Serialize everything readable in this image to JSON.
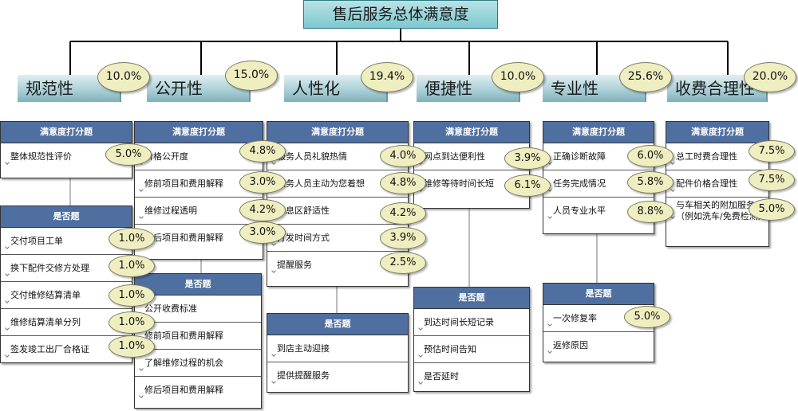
{
  "title": "售后服务总体满意度",
  "categories": [
    {
      "name": "规范性",
      "weight": "10.0%",
      "scored": {
        "header": "满意度打分题",
        "items": [
          {
            "label": "整体规范性评价",
            "weight": "5.0%"
          }
        ]
      },
      "yesno": {
        "header": "是否题",
        "items": [
          {
            "label": "交付项目工单",
            "weight": "1.0%"
          },
          {
            "label": "换下配件交修方处理",
            "weight": "1.0%"
          },
          {
            "label": "交付维修结算清单",
            "weight": "1.0%"
          },
          {
            "label": "维修结算清单分列",
            "weight": "1.0%"
          },
          {
            "label": "签发竣工出厂合格证",
            "weight": "1.0%"
          }
        ]
      }
    },
    {
      "name": "公开性",
      "weight": "15.0%",
      "scored": {
        "header": "满意度打分题",
        "items": [
          {
            "label": "价格公开度",
            "weight": "4.8%"
          },
          {
            "label": "修前项目和费用解释",
            "weight": "3.0%"
          },
          {
            "label": "维修过程透明",
            "weight": "4.2%"
          },
          {
            "label": "修后项目和费用解释",
            "weight": "3.0%"
          }
        ]
      },
      "yesno": {
        "header": "是否题",
        "items": [
          {
            "label": "公开收费标准"
          },
          {
            "label": "修前项目和费用解释"
          },
          {
            "label": "了解维修过程的机会"
          },
          {
            "label": "修后项目和费用解释"
          }
        ]
      }
    },
    {
      "name": "人性化",
      "weight": "19.4%",
      "scored": {
        "header": "满意度打分题",
        "items": [
          {
            "label": "服务人员礼貌热情",
            "weight": "4.0%"
          },
          {
            "label": "服务人员主动为您着想",
            "weight": "4.8%"
          },
          {
            "label": "休息区舒适性",
            "weight": "4.2%"
          },
          {
            "label": "打发时间方式",
            "weight": "3.9%"
          },
          {
            "label": "提醒服务",
            "weight": "2.5%"
          }
        ]
      },
      "yesno": {
        "header": "是否题",
        "items": [
          {
            "label": "到店主动迎接"
          },
          {
            "label": "提供提醒服务"
          }
        ]
      }
    },
    {
      "name": "便捷性",
      "weight": "10.0%",
      "scored": {
        "header": "满意度打分题",
        "items": [
          {
            "label": "网点到达便利性",
            "weight": "3.9%"
          },
          {
            "label": "维修等待时间长短",
            "weight": "6.1%"
          }
        ]
      },
      "yesno": {
        "header": "是否题",
        "items": [
          {
            "label": "到达时间长短记录"
          },
          {
            "label": "预估时间告知"
          },
          {
            "label": "是否延时"
          }
        ]
      }
    },
    {
      "name": "专业性",
      "weight": "25.6%",
      "scored": {
        "header": "满意度打分题",
        "items": [
          {
            "label": "正确诊断故障",
            "weight": "6.0%"
          },
          {
            "label": "任务完成情况",
            "weight": "5.8%"
          },
          {
            "label": "人员专业水平",
            "weight": "8.8%"
          }
        ]
      },
      "yesno": {
        "header": "是否题",
        "items": [
          {
            "label": "一次修复率",
            "weight": "5.0%"
          },
          {
            "label": "返修原因"
          }
        ]
      }
    },
    {
      "name": "收费合理性",
      "weight": "20.0%",
      "scored": {
        "header": "满意度打分题",
        "items": [
          {
            "label": "总工时费合理性",
            "weight": "7.5%"
          },
          {
            "label": "配件价格合理性",
            "weight": "7.5%"
          },
          {
            "label": "与车相关的附加服务（例如洗车/免费检测）",
            "weight": "5.0%"
          }
        ]
      }
    }
  ]
}
